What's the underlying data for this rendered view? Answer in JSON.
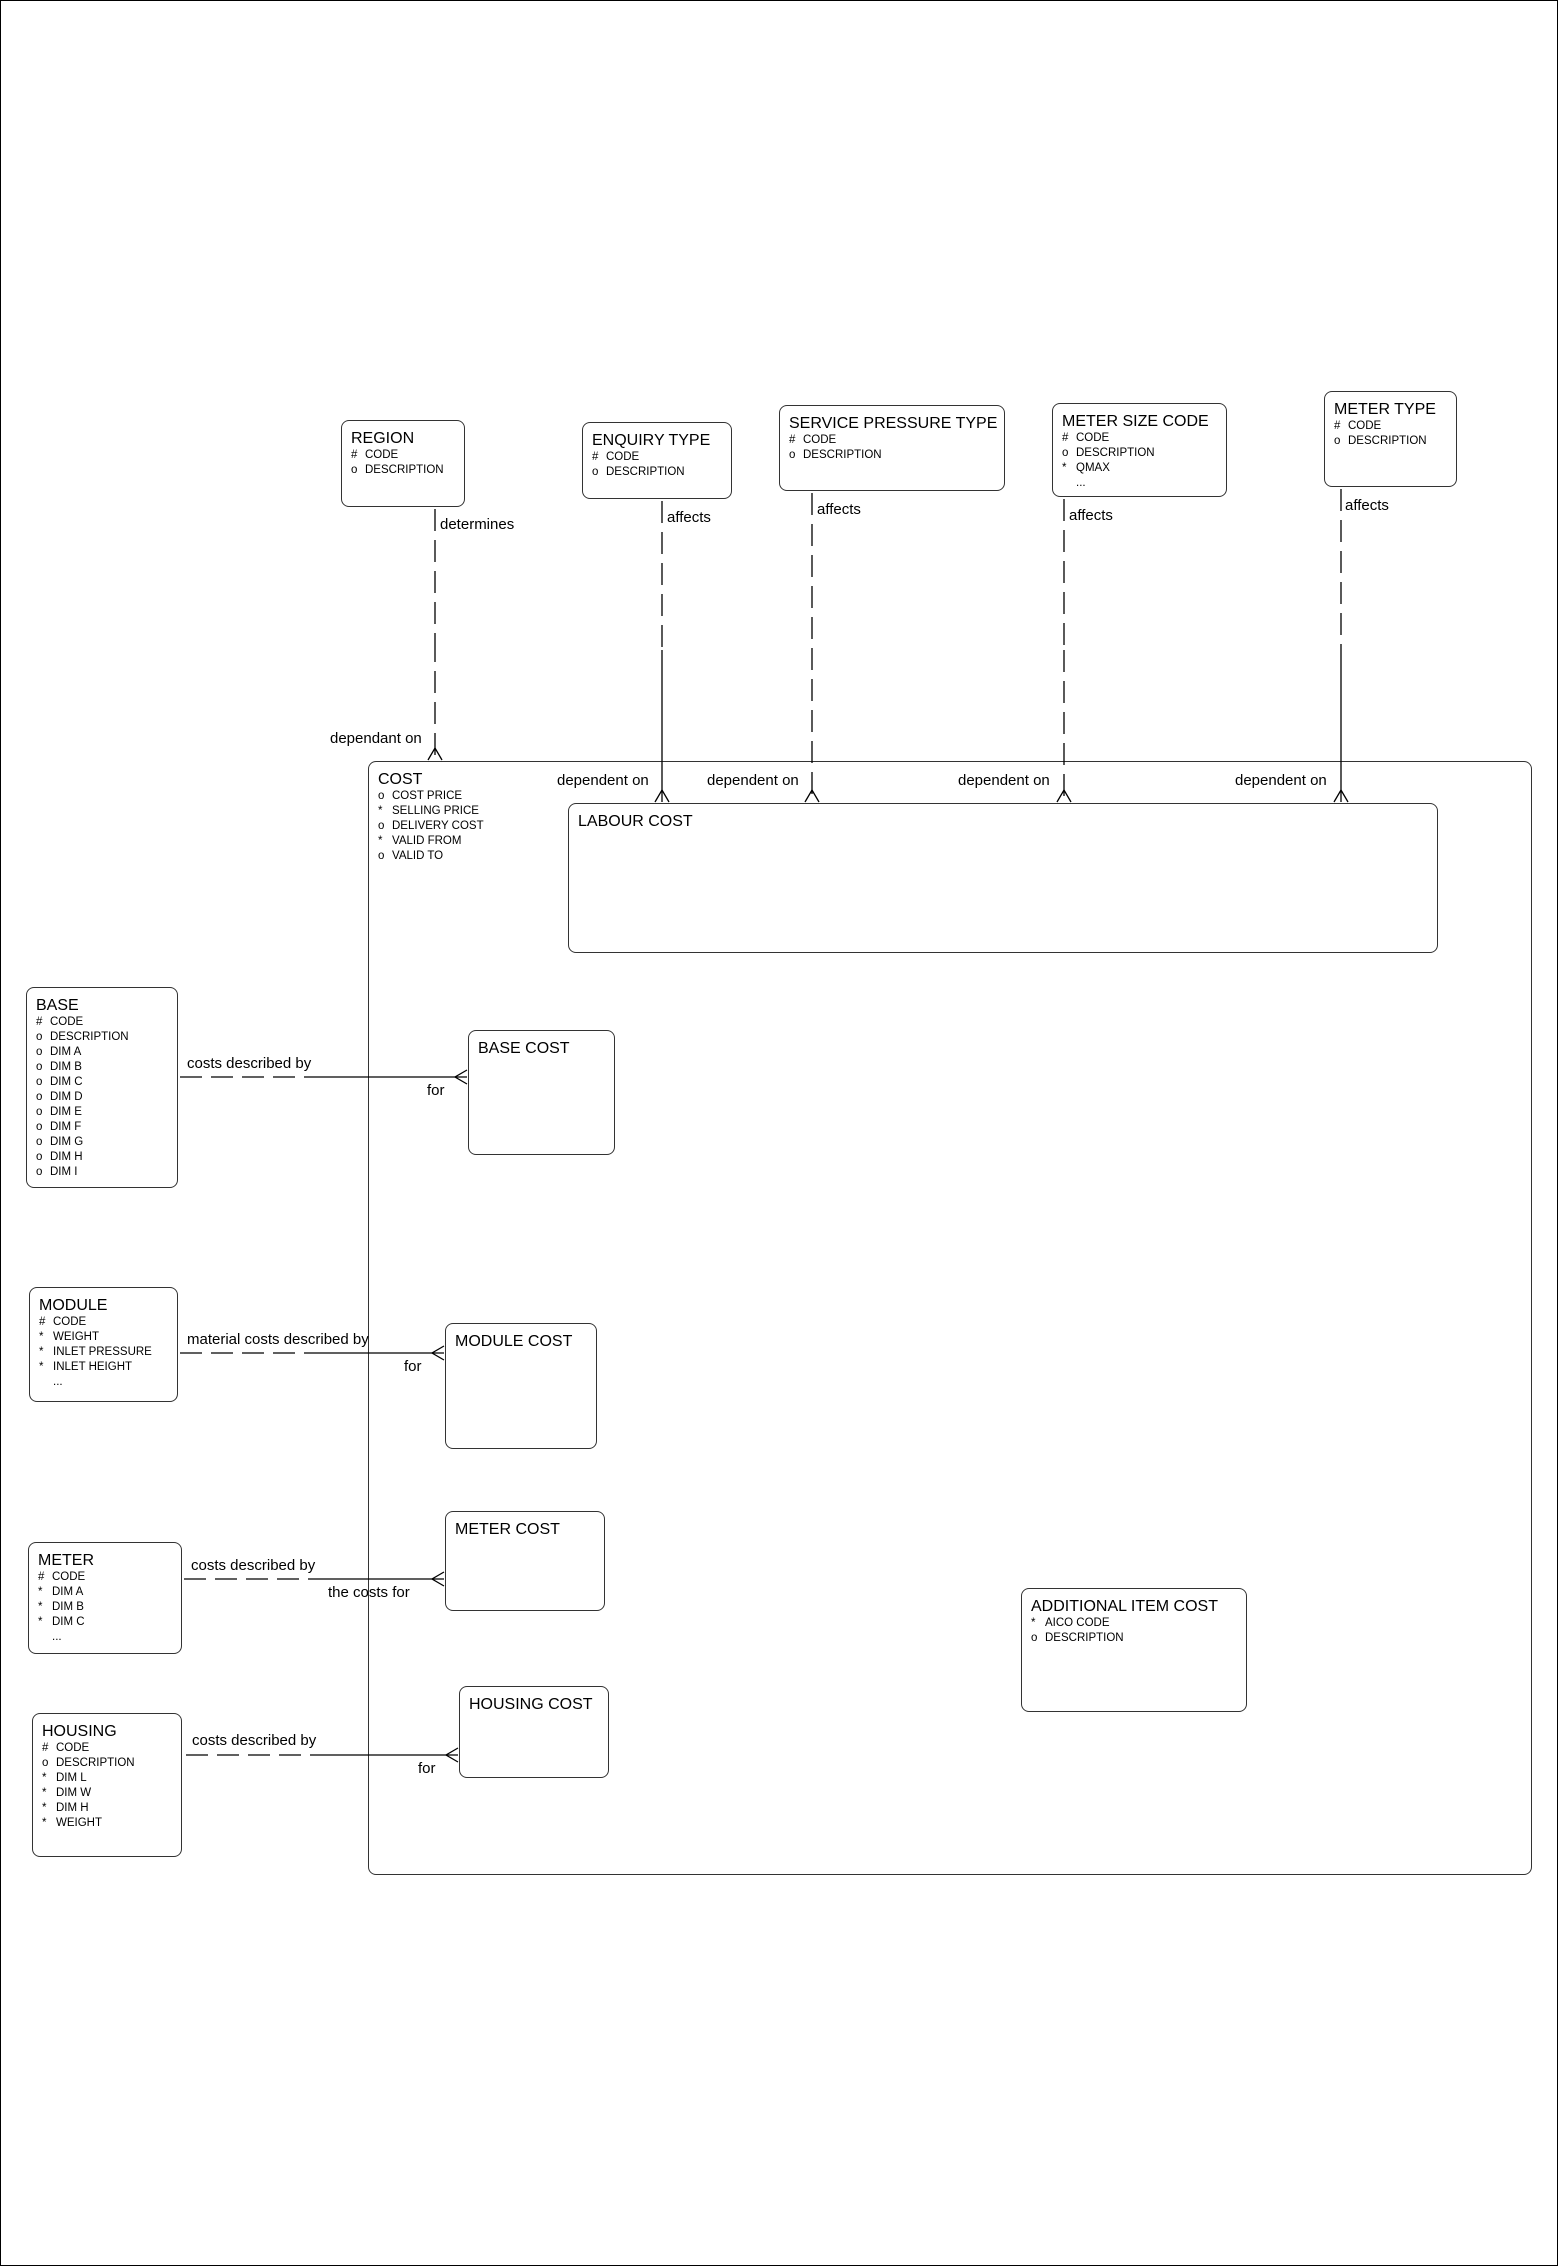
{
  "entities": {
    "region": {
      "name": "REGION",
      "attributes": [
        {
          "sym": "#",
          "name": "CODE"
        },
        {
          "sym": "o",
          "name": "DESCRIPTION"
        }
      ]
    },
    "enquiry_type": {
      "name": "ENQUIRY TYPE",
      "attributes": [
        {
          "sym": "#",
          "name": "CODE"
        },
        {
          "sym": "o",
          "name": "DESCRIPTION"
        }
      ]
    },
    "service_pressure_type": {
      "name": "SERVICE PRESSURE TYPE",
      "attributes": [
        {
          "sym": "#",
          "name": "CODE"
        },
        {
          "sym": "o",
          "name": "DESCRIPTION"
        }
      ]
    },
    "meter_size_code": {
      "name": "METER SIZE CODE",
      "attributes": [
        {
          "sym": "#",
          "name": "CODE"
        },
        {
          "sym": "o",
          "name": "DESCRIPTION"
        },
        {
          "sym": "*",
          "name": "QMAX"
        },
        {
          "sym": "",
          "name": "..."
        }
      ]
    },
    "meter_type": {
      "name": "METER TYPE",
      "attributes": [
        {
          "sym": "#",
          "name": "CODE"
        },
        {
          "sym": "o",
          "name": "DESCRIPTION"
        }
      ]
    },
    "cost": {
      "name": "COST",
      "attributes": [
        {
          "sym": "o",
          "name": "COST PRICE"
        },
        {
          "sym": "*",
          "name": "SELLING PRICE"
        },
        {
          "sym": "o",
          "name": "DELIVERY COST"
        },
        {
          "sym": "*",
          "name": "VALID FROM"
        },
        {
          "sym": "o",
          "name": "VALID TO"
        }
      ]
    },
    "labour_cost": {
      "name": "LABOUR COST",
      "attributes": []
    },
    "base": {
      "name": "BASE",
      "attributes": [
        {
          "sym": "#",
          "name": "CODE"
        },
        {
          "sym": "o",
          "name": "DESCRIPTION"
        },
        {
          "sym": "o",
          "name": "DIM A"
        },
        {
          "sym": "o",
          "name": "DIM B"
        },
        {
          "sym": "o",
          "name": "DIM C"
        },
        {
          "sym": "o",
          "name": "DIM D"
        },
        {
          "sym": "o",
          "name": "DIM E"
        },
        {
          "sym": "o",
          "name": "DIM F"
        },
        {
          "sym": "o",
          "name": "DIM G"
        },
        {
          "sym": "o",
          "name": "DIM H"
        },
        {
          "sym": "o",
          "name": "DIM I"
        }
      ]
    },
    "base_cost": {
      "name": "BASE COST",
      "attributes": []
    },
    "module": {
      "name": "MODULE",
      "attributes": [
        {
          "sym": "#",
          "name": "CODE"
        },
        {
          "sym": "*",
          "name": "WEIGHT"
        },
        {
          "sym": "*",
          "name": "INLET PRESSURE"
        },
        {
          "sym": "*",
          "name": "INLET HEIGHT"
        },
        {
          "sym": "",
          "name": "..."
        }
      ]
    },
    "module_cost": {
      "name": "MODULE COST",
      "attributes": []
    },
    "meter": {
      "name": "METER",
      "attributes": [
        {
          "sym": "#",
          "name": "CODE"
        },
        {
          "sym": "*",
          "name": "DIM A"
        },
        {
          "sym": "*",
          "name": "DIM B"
        },
        {
          "sym": "*",
          "name": "DIM C"
        },
        {
          "sym": "",
          "name": "..."
        }
      ]
    },
    "meter_cost": {
      "name": "METER COST",
      "attributes": []
    },
    "additional_item_cost": {
      "name": "ADDITIONAL ITEM COST",
      "attributes": [
        {
          "sym": "*",
          "name": "AICO CODE"
        },
        {
          "sym": "o",
          "name": "DESCRIPTION"
        }
      ]
    },
    "housing": {
      "name": "HOUSING",
      "attributes": [
        {
          "sym": "#",
          "name": "CODE"
        },
        {
          "sym": "o",
          "name": "DESCRIPTION"
        },
        {
          "sym": "*",
          "name": "DIM L"
        },
        {
          "sym": "*",
          "name": "DIM W"
        },
        {
          "sym": "*",
          "name": "DIM H"
        },
        {
          "sym": "*",
          "name": "WEIGHT"
        }
      ]
    },
    "housing_cost": {
      "name": "HOUSING COST",
      "attributes": []
    }
  },
  "relationships": {
    "region": {
      "from_label": "determines",
      "to_label": "dependant on"
    },
    "enquiry_type": {
      "from_label": "affects",
      "to_label": "dependent on"
    },
    "service_pressure_type": {
      "from_label": "affects",
      "to_label": "dependent on"
    },
    "meter_size_code": {
      "from_label": "affects",
      "to_label": "dependent on"
    },
    "meter_type": {
      "from_label": "affects",
      "to_label": "dependent on"
    },
    "base": {
      "from_label": "costs described by",
      "to_label": "for"
    },
    "module": {
      "from_label": "material costs described by",
      "to_label": "for"
    },
    "meter": {
      "from_label": "costs described by",
      "to_label": "the costs for"
    },
    "housing": {
      "from_label": "costs described by",
      "to_label": "for"
    }
  }
}
